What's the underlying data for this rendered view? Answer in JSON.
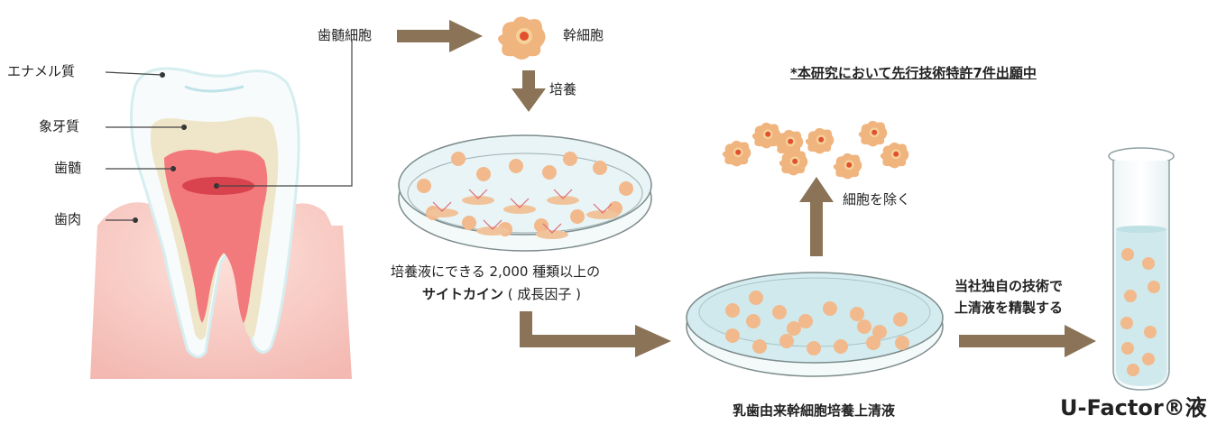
{
  "tooth_labels": {
    "enamel": "エナメル質",
    "dentin": "象牙質",
    "pulp": "歯髄",
    "gum": "歯肉"
  },
  "flow": {
    "pulp_cells": "歯髄細胞",
    "stem_cells": "幹細胞",
    "culture": "培養",
    "cytokine_line1": "培養液にできる 2,000 種類以上の",
    "cytokine_bold": "サイトカイン",
    "cytokine_rest": " ( 成長因子 )",
    "remove_cells": "細胞を除く",
    "refine_line1": "当社独自の技術で",
    "refine_line2": "上清液を精製する",
    "supernatant": "乳歯由来幹細胞培養上清液",
    "product": "U-Factor®液"
  },
  "patent_note": "*本研究において先行技術特許7件出願中",
  "colors": {
    "arrow": "#8a7357",
    "cell": "#f2b98c",
    "cell_nucleus": "#e2502e",
    "gum": "#f6c9c3",
    "pulp": "#f27a7c",
    "dentin": "#efe6c9",
    "dish_liquid": "#cfe9ec"
  }
}
